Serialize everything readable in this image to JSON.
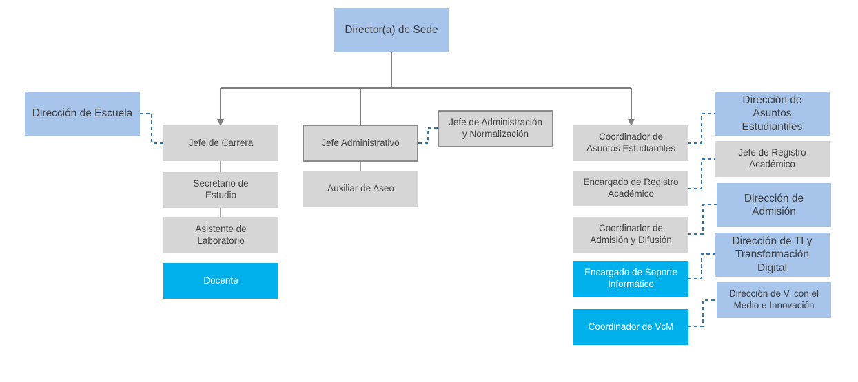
{
  "top": {
    "label": "Director(a) de Sede"
  },
  "left": {
    "escuela": "Dirección de Escuela",
    "jefe_carrera": "Jefe de Carrera",
    "secretario": "Secretario de\nEstudio",
    "asistente": "Asistente de\nLaboratorio",
    "docente": "Docente"
  },
  "middle": {
    "jefe_admin": "Jefe Administrativo",
    "jefe_admin_norm": "Jefe de Administración\ny Normalización",
    "auxiliar": "Auxiliar de Aseo"
  },
  "right": {
    "coord_asuntos": "Coordinador de\nAsuntos Estudiantiles",
    "encargado_registro": "Encargado de Registro\nAcadémico",
    "coord_admision": "Coordinador de\nAdmisión y Difusión",
    "encargado_soporte": "Encargado de Soporte\nInformático",
    "coord_vcm": "Coordinador de VcM",
    "dir_asuntos": "Dirección de\nAsuntos\nEstudiantiles",
    "jefe_registro": "Jefe de Registro\nAcadémico",
    "dir_admision": "Dirección de\nAdmisión",
    "dir_ti": "Dirección de TI y\nTransformación\nDigital",
    "dir_vcm": "Dirección de V. con el\nMedio e Innovación"
  },
  "colors": {
    "directorate": "#a7c4ea",
    "position": "#d6d6d6",
    "highlight": "#00b0eb",
    "solid_line": "#7f7f7f",
    "dashed_line": "#2e75b6"
  }
}
